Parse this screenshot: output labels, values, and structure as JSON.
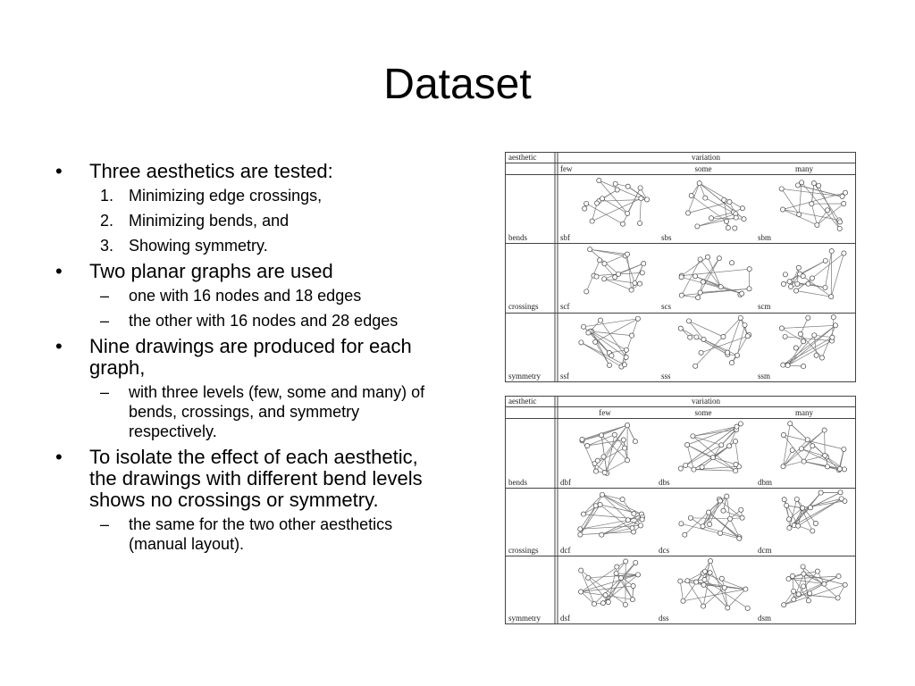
{
  "slide": {
    "title": "Dataset",
    "bullets": [
      {
        "marker": "•",
        "text": "Three aesthetics are tested:",
        "sub": [
          {
            "marker": "1.",
            "text": "Minimizing edge crossings,"
          },
          {
            "marker": "2.",
            "text": "Minimizing bends, and"
          },
          {
            "marker": "3.",
            "text": "Showing symmetry."
          }
        ]
      },
      {
        "marker": "•",
        "text": "Two planar graphs are used",
        "sub": [
          {
            "marker": "–",
            "text": "one with 16 nodes and 18 edges"
          },
          {
            "marker": "–",
            "text": "the other with 16 nodes and 28 edges"
          }
        ]
      },
      {
        "marker": "•",
        "text": "Nine drawings are produced for each graph,",
        "sub": [
          {
            "marker": "–",
            "text": "with three levels (few, some and many) of bends, crossings, and symmetry respectively."
          }
        ]
      },
      {
        "marker": "•",
        "text": "To isolate the effect of each aesthetic, the drawings with different bend levels shows no crossings or symmetry.",
        "sub": [
          {
            "marker": "–",
            "text": "the same for the two other aesthetics (manual layout)."
          }
        ]
      }
    ]
  },
  "figures": [
    {
      "header_aesthetic": "aesthetic",
      "header_variation": "variation",
      "levels": [
        "few",
        "some",
        "many"
      ],
      "rows": [
        {
          "name": "bends",
          "cells": [
            "sbf",
            "sbs",
            "sbm"
          ]
        },
        {
          "name": "crossings",
          "cells": [
            "scf",
            "scs",
            "scm"
          ]
        },
        {
          "name": "symmetry",
          "cells": [
            "ssf",
            "sss",
            "ssm"
          ]
        }
      ]
    },
    {
      "header_aesthetic": "aesthetic",
      "header_variation": "variation",
      "levels": [
        "few",
        "some",
        "many"
      ],
      "rows": [
        {
          "name": "bends",
          "cells": [
            "dbf",
            "dbs",
            "dbm"
          ]
        },
        {
          "name": "crossings",
          "cells": [
            "dcf",
            "dcs",
            "dcm"
          ]
        },
        {
          "name": "symmetry",
          "cells": [
            "dsf",
            "dss",
            "dsm"
          ]
        }
      ]
    }
  ]
}
